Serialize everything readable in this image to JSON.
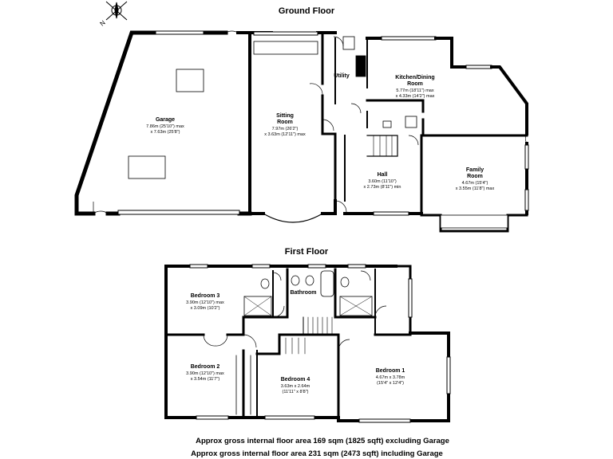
{
  "plan": {
    "ground_floor_title": "Ground Floor",
    "first_floor_title": "First Floor",
    "compass_label": "N",
    "rooms": {
      "garage": {
        "name": "Garage",
        "dim1": "7.86m (25'10\") max",
        "dim2": "x 7.63m (25'8\")"
      },
      "sitting": {
        "name1": "Sitting",
        "name2": "Room",
        "dim1": "7.97m (26'2\")",
        "dim2": "x 3.63m (12'11\") max"
      },
      "utility": {
        "name": "Utility"
      },
      "kitchen": {
        "name1": "Kitchen/Dining",
        "name2": "Room",
        "dim1": "5.77m (18'11\") max",
        "dim2": "x 4.33m (14'2\") max"
      },
      "hall": {
        "name": "Hall",
        "dim1": "3.60m (11'10\")",
        "dim2": "x 2.73m (8'11\") min"
      },
      "family": {
        "name1": "Family",
        "name2": "Room",
        "dim1": "4.67m (15'4\")",
        "dim2": "x 3.55m (11'8\") max"
      },
      "bedroom3": {
        "name": "Bedroom 3",
        "dim1": "3.90m (12'10\") max",
        "dim2": "x 3.09m (10'2\")"
      },
      "bathroom": {
        "name": "Bathroom"
      },
      "bedroom2": {
        "name": "Bedroom 2",
        "dim1": "3.90m (12'10\") max",
        "dim2": "x 3.54m (11'7\")"
      },
      "bedroom4": {
        "name": "Bedroom 4",
        "dim1": "3.63m x 2.64m",
        "dim2": "(11'11\" x 8'8\")"
      },
      "bedroom1": {
        "name": "Bedroom 1",
        "dim1": "4.67m x 3.78m",
        "dim2": "(15'4\" x 12'4\")"
      }
    }
  },
  "footer": {
    "line1": "Approx gross internal floor area 169 sqm (1825 sqft) excluding Garage",
    "line2": "Approx gross internal floor area 231 sqm (2473 sqft) including Garage"
  },
  "colors": {
    "wall": "#000000",
    "window": "#cfcfcf",
    "background": "#ffffff"
  }
}
